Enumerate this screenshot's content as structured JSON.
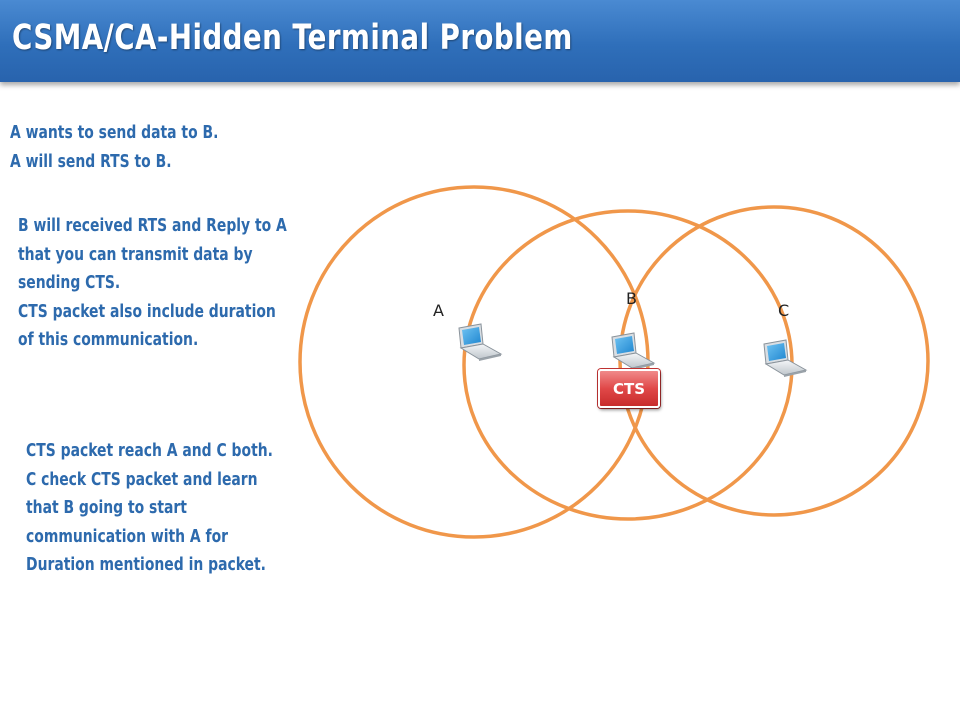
{
  "title": "CSMA/CA-Hidden Terminal Problem",
  "paragraphs": {
    "p1": [
      "A wants to send data to B.",
      "A will send RTS  to B."
    ],
    "p2": [
      "B will received RTS  and Reply to A",
      "that you can transmit data by",
      "sending CTS.",
      "CTS packet also include duration",
      "of this communication."
    ],
    "p3": [
      "CTS packet reach A and C both.",
      "C check CTS packet and learn",
      "that B going to start",
      "communication with A for",
      "Duration mentioned in packet."
    ]
  },
  "nodes": {
    "a": {
      "label": "A",
      "icon": "laptop-icon"
    },
    "b": {
      "label": "B",
      "icon": "laptop-icon"
    },
    "c": {
      "label": "C",
      "icon": "laptop-icon"
    }
  },
  "packet": {
    "label": "CTS"
  },
  "colors": {
    "title_bar": "#2f6fba",
    "text": "#2d6aad",
    "range_circle": "#f0974a",
    "packet": "#e04848"
  }
}
